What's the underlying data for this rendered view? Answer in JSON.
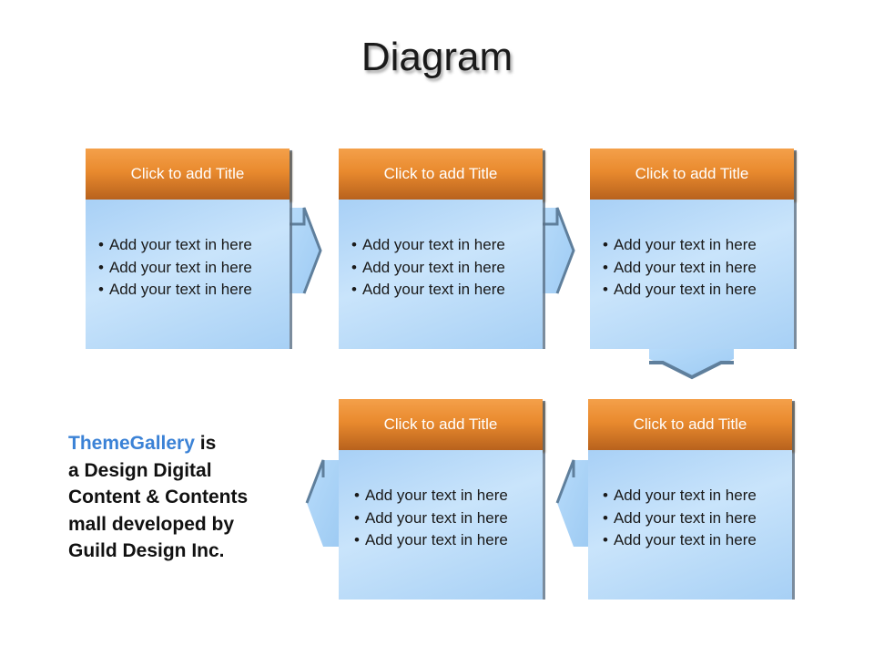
{
  "page": {
    "title": "Diagram"
  },
  "colors": {
    "header_orange": "#e98a2e",
    "body_blue": "#b9dcf9",
    "brand_blue": "#3b82d6"
  },
  "boxes": [
    {
      "title": "Click to add Title",
      "items": [
        "Add your text in here",
        "Add your text in here",
        "Add your text in here"
      ]
    },
    {
      "title": "Click to add Title",
      "items": [
        "Add your text in here",
        "Add your text in here",
        "Add your text in here"
      ]
    },
    {
      "title": "Click to add Title",
      "items": [
        "Add your text in here",
        "Add your text in here",
        "Add your text in here"
      ]
    },
    {
      "title": "Click to add Title",
      "items": [
        "Add your text in here",
        "Add your text in here",
        "Add your text in here"
      ]
    },
    {
      "title": "Click to add Title",
      "items": [
        "Add your text in here",
        "Add your text in here",
        "Add your text in here"
      ]
    }
  ],
  "theme": {
    "brand": "ThemeGallery",
    "suffix": " is",
    "lines": [
      "a Design Digital",
      "Content & Contents",
      "mall developed by",
      "Guild Design Inc."
    ]
  }
}
